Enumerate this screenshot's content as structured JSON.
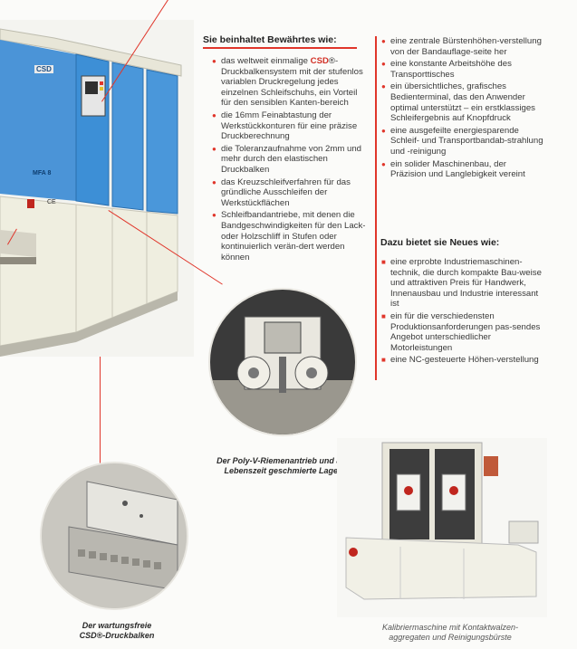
{
  "left_column": {
    "heading": "Sie beinhaltet Bewährtes wie:",
    "bullets": [
      {
        "pre": "das weltweit einmalige ",
        "brand": "CSD",
        "post": "®-Druckbalkensystem mit der stufenlos variablen Druckregelung jedes einzelnen Schleifschuhs, ein Vorteil für den sensiblen Kanten-bereich"
      },
      {
        "text": "die 16mm Feinabtastung der Werkstückkonturen für eine präzise Druckberechnung"
      },
      {
        "text": "die Toleranzaufnahme von 2mm und mehr durch den elastischen Druckbalken"
      },
      {
        "text": "das Kreuzschleifverfahren für das gründliche Ausschleifen der Werkstückflächen"
      },
      {
        "text": "Schleifbandantriebe, mit denen die Bandgeschwindigkeiten für den Lack- oder Holzschliff in Stufen oder kontinuierlich verän-dert werden können"
      }
    ]
  },
  "right_column": {
    "bullets_top": [
      "eine zentrale Bürstenhöhen-verstellung von der Bandauflage-seite her",
      "eine konstante Arbeitshöhe des Transporttisches",
      "ein übersichtliches, grafisches Bedienterminal, das den Anwender optimal unterstützt – ein erstklassiges Schleifergebnis auf Knopfdruck",
      "eine ausgefeilte energiesparende Schleif- und Transportbandab-strahlung und -reinigung",
      "ein solider Maschinenbau, der Präzision und Langlebigkeit vereint"
    ],
    "heading": "Dazu bietet sie Neues wie:",
    "bullets_new": [
      "eine erprobte Industriemaschinen-technik, die durch kompakte Bau-weise und attraktiven Preis für Handwerk, Innenausbau und Industrie interessant ist",
      "ein für die verschiedensten Produktionsanforderungen pas-sendes Angebot unterschiedlicher Motorleistungen",
      "eine NC-gesteuerte Höhen-verstellung"
    ]
  },
  "captions": {
    "poly_v_line1": "Der Poly-V-Riemenantrieb und auf",
    "poly_v_line2": "Lebenszeit geschmierte Lager",
    "csd_line1": "Der wartungsfreie",
    "csd_line2": "CSD®-Druckbalken",
    "kalibrier_line1": "Kalibriermaschine mit Kontaktwalzen-",
    "kalibrier_line2": "aggregaten und Reinigungsbürste"
  },
  "machine_labels": {
    "logo": "CSD",
    "model": "MFA 8",
    "ce": "CE"
  },
  "colors": {
    "accent_red": "#e0362b",
    "machine_blue": "#3d8fd6",
    "machine_cream": "#efeee0"
  }
}
